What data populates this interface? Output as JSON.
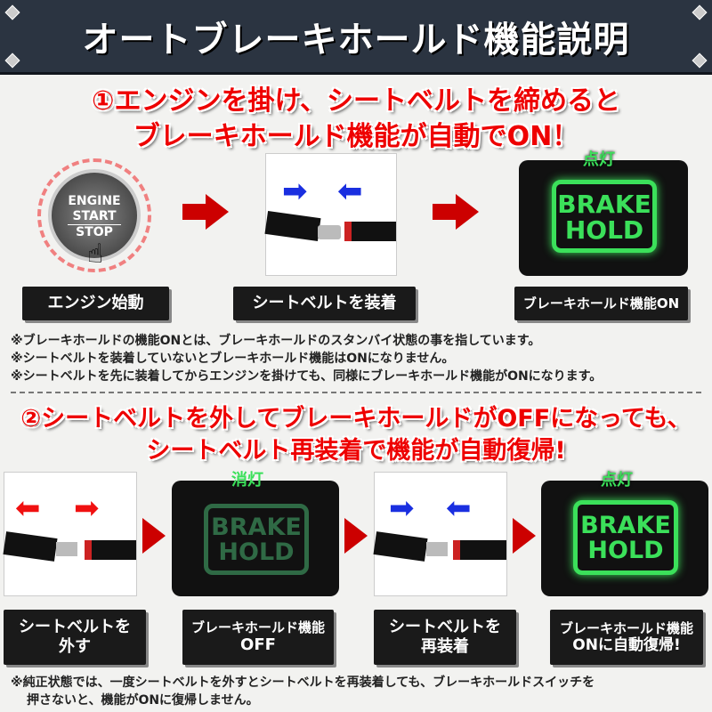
{
  "title": "オートブレーキホールド機能説明",
  "section1": {
    "heading_line1": "①エンジンを掛け、シートベルトを締めると",
    "heading_line2": "ブレーキホールド機能が自動でON！",
    "engine_button": {
      "line1": "ENGINE",
      "line2": "START",
      "line3": "STOP"
    },
    "labels": [
      "エンジン始動",
      "シートベルトを装着",
      "ブレーキホールド機能ON"
    ],
    "lamp_status": "点灯",
    "lamp_text": [
      "BRAKE",
      "HOLD"
    ]
  },
  "notes1": [
    "※ブレーキホールドの機能ONとは、ブレーキホールドのスタンバイ状態の事を指しています。",
    "※シートベルトを装着していないとブレーキホールド機能はONになりません。",
    "※シートベルトを先に装着してからエンジンを掛けても、同様にブレーキホールド機能がONになります。"
  ],
  "section2": {
    "heading_line1": "②シートベルトを外してブレーキホールドがOFFになっても、",
    "heading_line2": "シートベルト再装着で機能が自動復帰!",
    "off_status": "消灯",
    "on_status": "点灯",
    "lamp_text": [
      "BRAKE",
      "HOLD"
    ],
    "labels": [
      [
        "シートベルトを",
        "外す"
      ],
      [
        "ブレーキホールド機能",
        "OFF"
      ],
      [
        "シートベルトを",
        "再装着"
      ],
      [
        "ブレーキホールド機能",
        "ONに自動復帰!"
      ]
    ]
  },
  "notes2": [
    "※純正状態では、一度シートベルトを外すとシートベルトを再装着しても、ブレーキホールドスイッチを",
    "押さないと、機能がONに復帰しません。"
  ],
  "colors": {
    "header_bg": "#2b3441",
    "heading_red": "#ee0000",
    "lamp_green": "#3be05a",
    "arrow_red": "#cc0000",
    "belt_arrow_blue": "#1a2fe0"
  }
}
